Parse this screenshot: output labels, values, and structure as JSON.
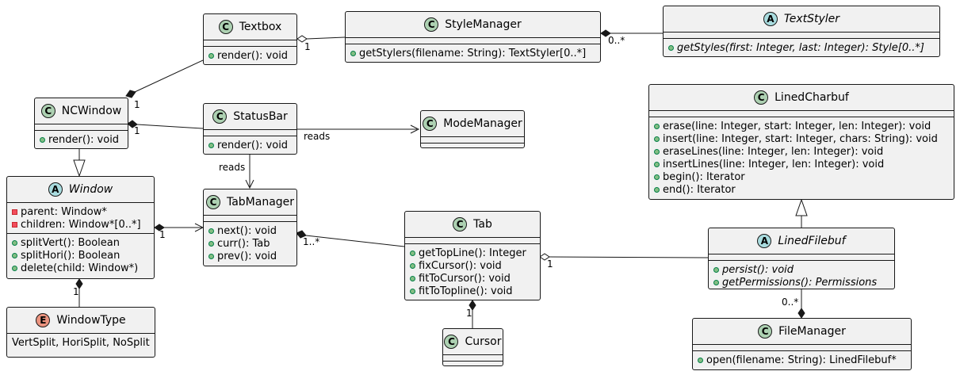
{
  "classes": {
    "textbox": {
      "name": "Textbox",
      "stereo": "C",
      "attrs": [],
      "methods": [
        {
          "vis": "+",
          "text": "render(): void"
        }
      ]
    },
    "stylemanager": {
      "name": "StyleManager",
      "stereo": "C",
      "attrs": [],
      "methods": [
        {
          "vis": "+",
          "text": "getStylers(filename: String): TextStyler[0..*]"
        }
      ]
    },
    "textstyler": {
      "name": "TextStyler",
      "stereo": "A",
      "attrs": [],
      "methods": [
        {
          "vis": "+",
          "text": "getStyles(first: Integer, last: Integer): Style[0..*]"
        }
      ]
    },
    "ncwindow": {
      "name": "NCWindow",
      "stereo": "C",
      "attrs": [],
      "methods": [
        {
          "vis": "+",
          "text": "render(): void"
        }
      ]
    },
    "statusbar": {
      "name": "StatusBar",
      "stereo": "C",
      "attrs": [],
      "methods": [
        {
          "vis": "+",
          "text": "render(): void"
        }
      ]
    },
    "modemanager": {
      "name": "ModeManager",
      "stereo": "C",
      "attrs": [],
      "methods": []
    },
    "linedcharbuf": {
      "name": "LinedCharbuf",
      "stereo": "C",
      "attrs": [],
      "methods": [
        {
          "vis": "+",
          "text": "erase(line: Integer, start: Integer, len: Integer): void"
        },
        {
          "vis": "+",
          "text": "insert(line: Integer, start: Integer, chars: String): void"
        },
        {
          "vis": "+",
          "text": "eraseLines(line: Integer, len: Integer): void"
        },
        {
          "vis": "+",
          "text": "insertLines(line: Integer, len: Integer): void"
        },
        {
          "vis": "+",
          "text": "begin(): Iterator"
        },
        {
          "vis": "+",
          "text": "end(): Iterator"
        }
      ]
    },
    "window": {
      "name": "Window",
      "stereo": "A",
      "attrs": [
        {
          "vis": "-",
          "text": "parent: Window*"
        },
        {
          "vis": "-",
          "text": "children: Window*[0..*]"
        }
      ],
      "methods": [
        {
          "vis": "+",
          "text": "splitVert(): Boolean"
        },
        {
          "vis": "+",
          "text": "splitHori(): Boolean"
        },
        {
          "vis": "+",
          "text": "delete(child: Window*)"
        }
      ]
    },
    "tabmanager": {
      "name": "TabManager",
      "stereo": "C",
      "attrs": [],
      "methods": [
        {
          "vis": "+",
          "text": "next(): void"
        },
        {
          "vis": "+",
          "text": "curr(): Tab"
        },
        {
          "vis": "+",
          "text": "prev(): void"
        }
      ]
    },
    "tab": {
      "name": "Tab",
      "stereo": "C",
      "attrs": [],
      "methods": [
        {
          "vis": "+",
          "text": "getTopLine(): Integer"
        },
        {
          "vis": "+",
          "text": "fixCursor(): void"
        },
        {
          "vis": "+",
          "text": "fitToCursor(): void"
        },
        {
          "vis": "+",
          "text": "fitToTopline(): void"
        }
      ]
    },
    "linedfilebuf": {
      "name": "LinedFilebuf",
      "stereo": "A",
      "attrs": [],
      "methods": [
        {
          "vis": "+",
          "text": "persist(): void"
        },
        {
          "vis": "+",
          "text": "getPermissions(): Permissions"
        }
      ]
    },
    "windowtype": {
      "name": "WindowType",
      "stereo": "E",
      "literals": "VertSplit, HoriSplit, NoSplit"
    },
    "cursor": {
      "name": "Cursor",
      "stereo": "C",
      "attrs": [],
      "methods": []
    },
    "filemanager": {
      "name": "FileManager",
      "stereo": "C",
      "attrs": [],
      "methods": [
        {
          "vis": "+",
          "text": "open(filename: String): LinedFilebuf*"
        }
      ]
    }
  },
  "labels": {
    "textbox_style": "1",
    "style_styler": "0..*",
    "nc_textbox": "1",
    "nc_status": "1",
    "status_mode": "reads",
    "status_tab": "reads",
    "window_tabmgr": "1",
    "tabmgr_tab": "1..*",
    "tab_filebuf": "1",
    "window_type": "1",
    "tab_cursor": "1",
    "filebuf_filemgr": "0..*"
  }
}
